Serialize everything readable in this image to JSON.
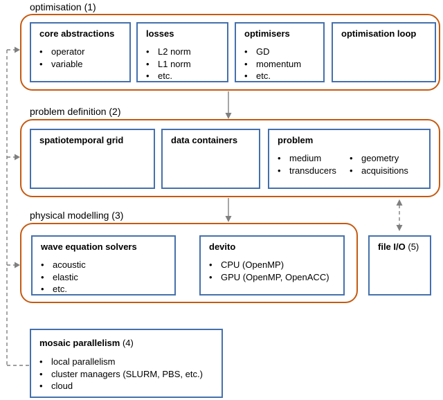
{
  "colors": {
    "accent_orange": "#C55A11",
    "box_border": "#4470AC",
    "arrow_gray": "#7F7F7F",
    "text": "#000000",
    "background": "#FFFFFF"
  },
  "diagram": {
    "bullet": "•",
    "sections": [
      {
        "label": "optimisation (1)",
        "boxes": [
          {
            "title": "core abstractions",
            "items": [
              "operator",
              "variable"
            ]
          },
          {
            "title": "losses",
            "items": [
              "L2 norm",
              "L1 norm",
              "etc."
            ]
          },
          {
            "title": "optimisers",
            "items": [
              "GD",
              "momentum",
              "etc."
            ]
          },
          {
            "title": "optimisation loop",
            "items": []
          }
        ]
      },
      {
        "label": "problem definition (2)",
        "boxes": [
          {
            "title": "spatiotemporal grid",
            "items": []
          },
          {
            "title": "data containers",
            "items": []
          },
          {
            "title": "problem",
            "cols": [
              [
                "medium",
                "transducers"
              ],
              [
                "geometry",
                "acquisitions"
              ]
            ]
          }
        ]
      },
      {
        "label": "physical modelling (3)",
        "boxes": [
          {
            "title": "wave equation solvers",
            "items": [
              "acoustic",
              "elastic",
              "etc."
            ]
          },
          {
            "title": "devito",
            "items": [
              "CPU (OpenMP)",
              "GPU (OpenMP, OpenACC)"
            ]
          }
        ]
      }
    ],
    "file_io": {
      "title": "file I/O",
      "suffix": "(5)"
    },
    "mosaic": {
      "title": "mosaic parallelism",
      "suffix": "(4)",
      "items": [
        "local parallelism",
        "cluster managers (SLURM, PBS, etc.)",
        "cloud"
      ]
    }
  }
}
